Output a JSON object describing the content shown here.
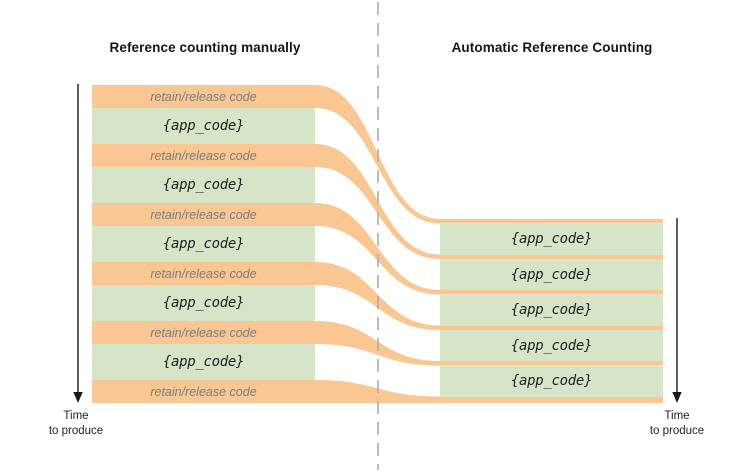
{
  "diagram": {
    "left": {
      "title": "Reference counting manually",
      "bands": [
        {
          "type": "retain",
          "label": "retain/release code"
        },
        {
          "type": "app",
          "label": "{app_code}"
        },
        {
          "type": "retain",
          "label": "retain/release code"
        },
        {
          "type": "app",
          "label": "{app_code}"
        },
        {
          "type": "retain",
          "label": "retain/release code"
        },
        {
          "type": "app",
          "label": "{app_code}"
        },
        {
          "type": "retain",
          "label": "retain/release code"
        },
        {
          "type": "app",
          "label": "{app_code}"
        },
        {
          "type": "retain",
          "label": "retain/release code"
        },
        {
          "type": "app",
          "label": "{app_code}"
        },
        {
          "type": "retain",
          "label": "retain/release code"
        }
      ],
      "time_label": {
        "line1": "Time",
        "line2": "to produce"
      }
    },
    "right": {
      "title": "Automatic Reference Counting",
      "bands": [
        {
          "type": "app",
          "label": "{app_code}"
        },
        {
          "type": "app",
          "label": "{app_code}"
        },
        {
          "type": "app",
          "label": "{app_code}"
        },
        {
          "type": "app",
          "label": "{app_code}"
        },
        {
          "type": "app",
          "label": "{app_code}"
        }
      ],
      "time_label": {
        "line1": "Time",
        "line2": "to produce"
      }
    },
    "colors": {
      "orange": "#FAC692",
      "green": "#D6E5C8",
      "retain_text": "#7b7c80",
      "app_text": "#1f1f1f",
      "divider": "#b0b0b0",
      "arrow": "#1a1a1a"
    }
  }
}
